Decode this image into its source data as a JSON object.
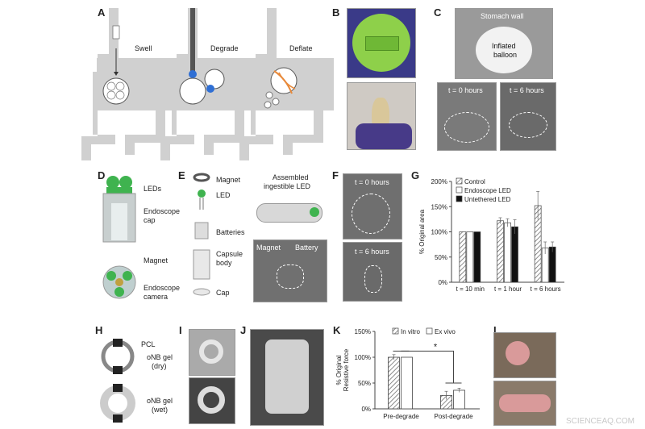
{
  "panel_letters": {
    "A": "A",
    "B": "B",
    "C": "C",
    "D": "D",
    "E": "E",
    "F": "F",
    "G": "G",
    "H": "H",
    "I": "I",
    "J": "J",
    "K": "K",
    "L": "L"
  },
  "panel_a": {
    "swell": "Swell",
    "degrade": "Degrade",
    "deflate": "Deflate"
  },
  "panel_c": {
    "stomach_wall": "Stomach wall",
    "balloon_line1": "Inflated",
    "balloon_line2": "balloon",
    "t0": "t = 0 hours",
    "t6": "t = 6 hours"
  },
  "panel_d": {
    "leds": "LEDs",
    "endoscope_cap_1": "Endoscope",
    "endoscope_cap_2": "cap",
    "magnet": "Magnet",
    "endoscope_camera_1": "Endoscope",
    "endoscope_camera_2": "camera"
  },
  "panel_e": {
    "magnet": "Magnet",
    "led": "LED",
    "batteries": "Batteries",
    "capsule_body_1": "Capsule",
    "capsule_body_2": "body",
    "cap": "Cap",
    "assembled_1": "Assembled",
    "assembled_2": "ingestible LED",
    "xray_magnet": "Magnet",
    "xray_battery": "Battery"
  },
  "panel_f": {
    "t0": "t = 0 hours",
    "t6": "t = 6 hours"
  },
  "panel_h": {
    "pcl": "PCL",
    "gel_dry_1": "oNB gel",
    "gel_dry_2": "(dry)",
    "gel_wet_1": "oNB gel",
    "gel_wet_2": "(wet)"
  },
  "panel_l": {},
  "watermark": "SCIENCEAQ.COM",
  "colors": {
    "led_green": "#3fb34f",
    "device_green": "#8ed04a",
    "blue_gel": "#2f6fd4",
    "gray_body": "#cfcfcf"
  },
  "chart_data": [
    {
      "panel": "G",
      "type": "bar",
      "ylabel": "% Original area",
      "yticks": [
        "0%",
        "50%",
        "100%",
        "150%",
        "200%"
      ],
      "ylim": [
        0,
        200
      ],
      "categories": [
        "t = 10 min",
        "t = 1 hour",
        "t = 6 hours"
      ],
      "legend": [
        "Control",
        "Endoscope LED",
        "Untethered LED"
      ],
      "series": [
        {
          "name": "Control",
          "values": [
            100,
            122,
            152
          ],
          "err": [
            0,
            6,
            28
          ]
        },
        {
          "name": "Endoscope LED",
          "values": [
            100,
            118,
            68
          ],
          "err": [
            0,
            8,
            12
          ]
        },
        {
          "name": "Untethered LED",
          "values": [
            100,
            110,
            70
          ],
          "err": [
            0,
            14,
            10
          ]
        }
      ]
    },
    {
      "panel": "K",
      "type": "bar",
      "ylabel_1": "% Original",
      "ylabel_2": "Resistive force",
      "yticks": [
        "0%",
        "50%",
        "100%",
        "150%"
      ],
      "ylim": [
        0,
        150
      ],
      "categories": [
        "Pre-degrade",
        "Post-degrade"
      ],
      "legend": [
        "In vitro",
        "Ex vivo"
      ],
      "series": [
        {
          "name": "In vitro",
          "values": [
            100,
            26
          ],
          "err": [
            5,
            8
          ]
        },
        {
          "name": "Ex vivo",
          "values": [
            100,
            36
          ],
          "err": [
            0,
            4
          ]
        }
      ],
      "significance": "*"
    }
  ]
}
